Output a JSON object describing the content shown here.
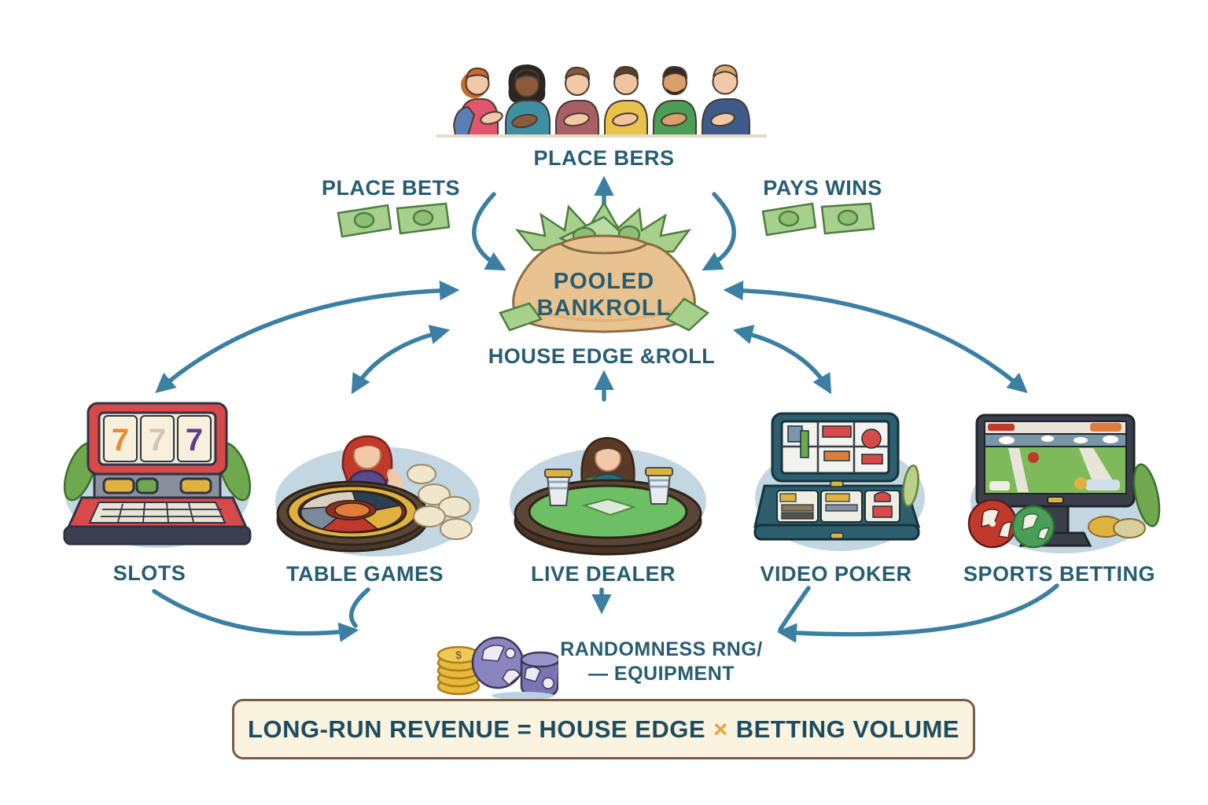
{
  "diagram": {
    "players_label": "PLACE BERS",
    "place_bets_label": "PLACE BETS",
    "pays_wins_label": "PAYS WINS",
    "pooled_bankroll": {
      "line1": "POOLED",
      "line2": "BANKROLL"
    },
    "house_edge_label": "HOUSE EDGE &ROLL",
    "games": [
      {
        "label": "SLOTS"
      },
      {
        "label": "TABLE GAMES"
      },
      {
        "label": "LIVE DEALER"
      },
      {
        "label": "VIDEO POKER"
      },
      {
        "label": "SPORTS BETTING"
      }
    ],
    "rng": {
      "line1": "RANDOMNESS RNG/",
      "line2": "— EQUIPMENT"
    },
    "formula": {
      "lhs": "LONG-RUN REVENUE = HOUSE EDGE",
      "operator": "×",
      "rhs": "BETTING VOLUME"
    },
    "colors": {
      "label_text": "#275d73",
      "arrow": "#3b7fa3",
      "banner_bg": "#faf3e0",
      "banner_border": "#7b5b47",
      "banner_text": "#1d4c5f",
      "operator_orange": "#e8a33d",
      "blob_bg": "#c3d7e2",
      "money_green": "#a8d08d",
      "bag_tan": "#e9c38f"
    }
  }
}
